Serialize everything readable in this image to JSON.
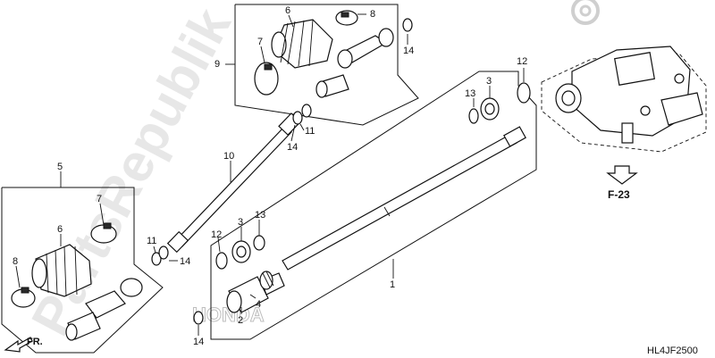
{
  "callouts": {
    "c1": "1",
    "c2": "2",
    "c3a": "3",
    "c3b": "3",
    "c4": "4",
    "c5": "5",
    "c6a": "6",
    "c6b": "6",
    "c7a": "7",
    "c7b": "7",
    "c8a": "8",
    "c8b": "8",
    "c9": "9",
    "c10": "10",
    "c11a": "11",
    "c11b": "11",
    "c12a": "12",
    "c12b": "12",
    "c13a": "13",
    "c13b": "13",
    "c14a": "14",
    "c14b": "14",
    "c14c": "14",
    "c14d": "14"
  },
  "ref_label": "F-23",
  "direction_label": "FR.",
  "diagram_code": "HL4JF2500",
  "watermark": "PartsRepublik",
  "brand_mark": "HONDA"
}
